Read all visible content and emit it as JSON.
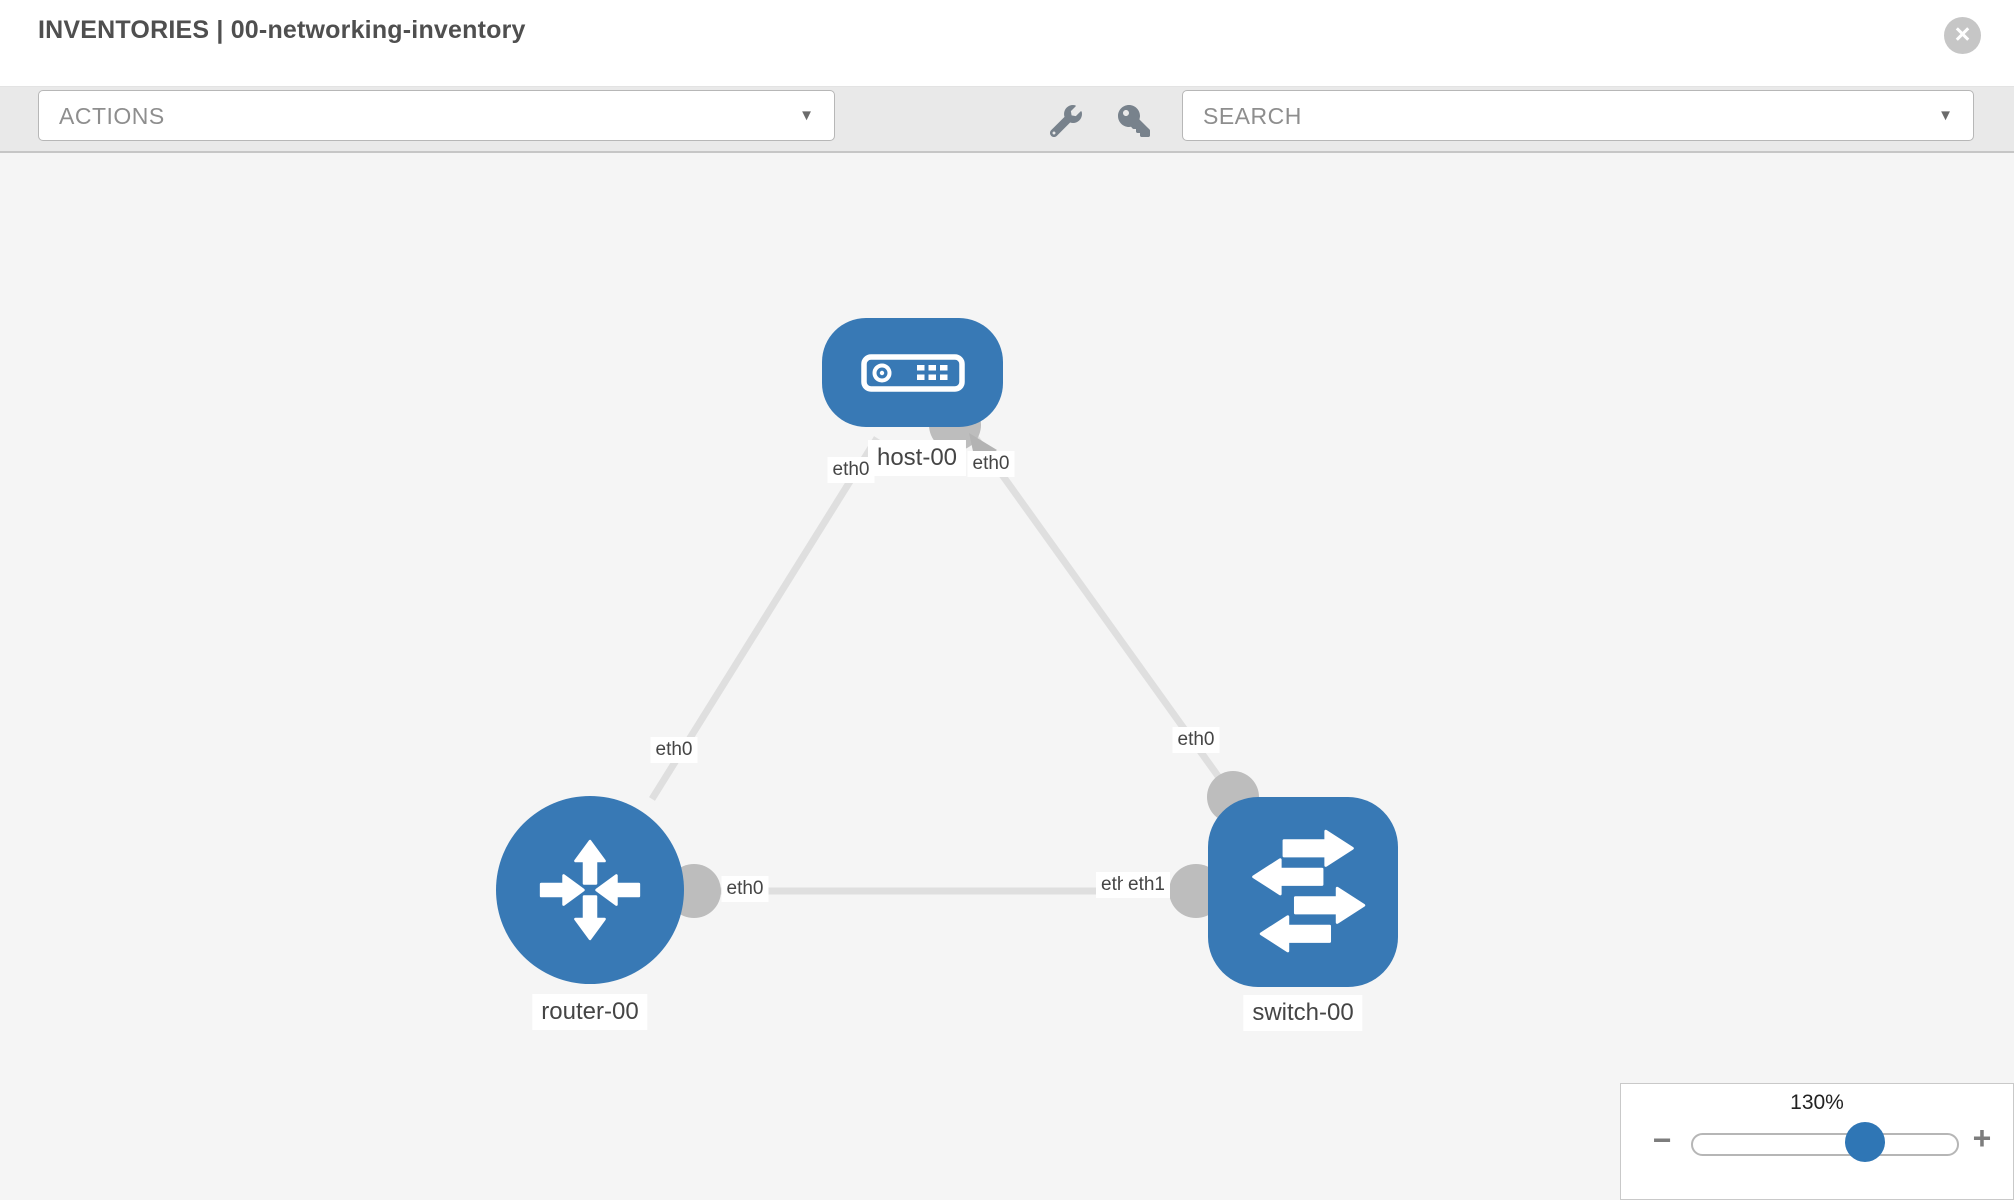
{
  "header": {
    "title": "INVENTORIES | 00-networking-inventory"
  },
  "toolbar": {
    "actions_label": "ACTIONS",
    "search_label": "SEARCH"
  },
  "icons": {
    "caret": "▼",
    "close": "×",
    "minus": "−",
    "plus": "+"
  },
  "diagram": {
    "nodes": [
      {
        "id": "host-00",
        "label": "host-00",
        "type": "host"
      },
      {
        "id": "router-00",
        "label": "router-00",
        "type": "router"
      },
      {
        "id": "switch-00",
        "label": "switch-00",
        "type": "switch"
      }
    ],
    "links": [
      {
        "from": "router-00",
        "to": "host-00",
        "from_port": "eth0",
        "to_port": "eth0"
      },
      {
        "from": "switch-00",
        "to": "host-00",
        "from_port": "eth0",
        "to_port": "eth0"
      },
      {
        "from": "router-00",
        "to": "switch-00",
        "from_port": "eth0",
        "to_ports": [
          "eth0",
          "eth1"
        ]
      }
    ],
    "port_labels": [
      {
        "text": "eth0",
        "position": "host-left"
      },
      {
        "text": "eth0",
        "position": "host-right"
      },
      {
        "text": "eth0",
        "position": "router-upper-link"
      },
      {
        "text": "eth0",
        "position": "switch-upper-link"
      },
      {
        "text": "eth0",
        "position": "router-mid-link"
      },
      {
        "text": "eth0",
        "position": "switch-mid-link-under"
      },
      {
        "text": "eth1",
        "position": "switch-mid-link-over"
      }
    ]
  },
  "zoom_control": {
    "level": "130%"
  },
  "colors": {
    "node_blue": "#3879b5",
    "link_gray": "#dfdfdf",
    "port_gray": "#bdbdbd",
    "arrow_gray": "#b3b3b3",
    "toolbar_bg": "#e9e9e9",
    "canvas_bg": "#f5f5f5",
    "header_text": "#4f4f4f",
    "muted_text": "#8e8e8e",
    "slider_thumb_blue": "#2f76b5",
    "icon_gray": "#78828c"
  }
}
